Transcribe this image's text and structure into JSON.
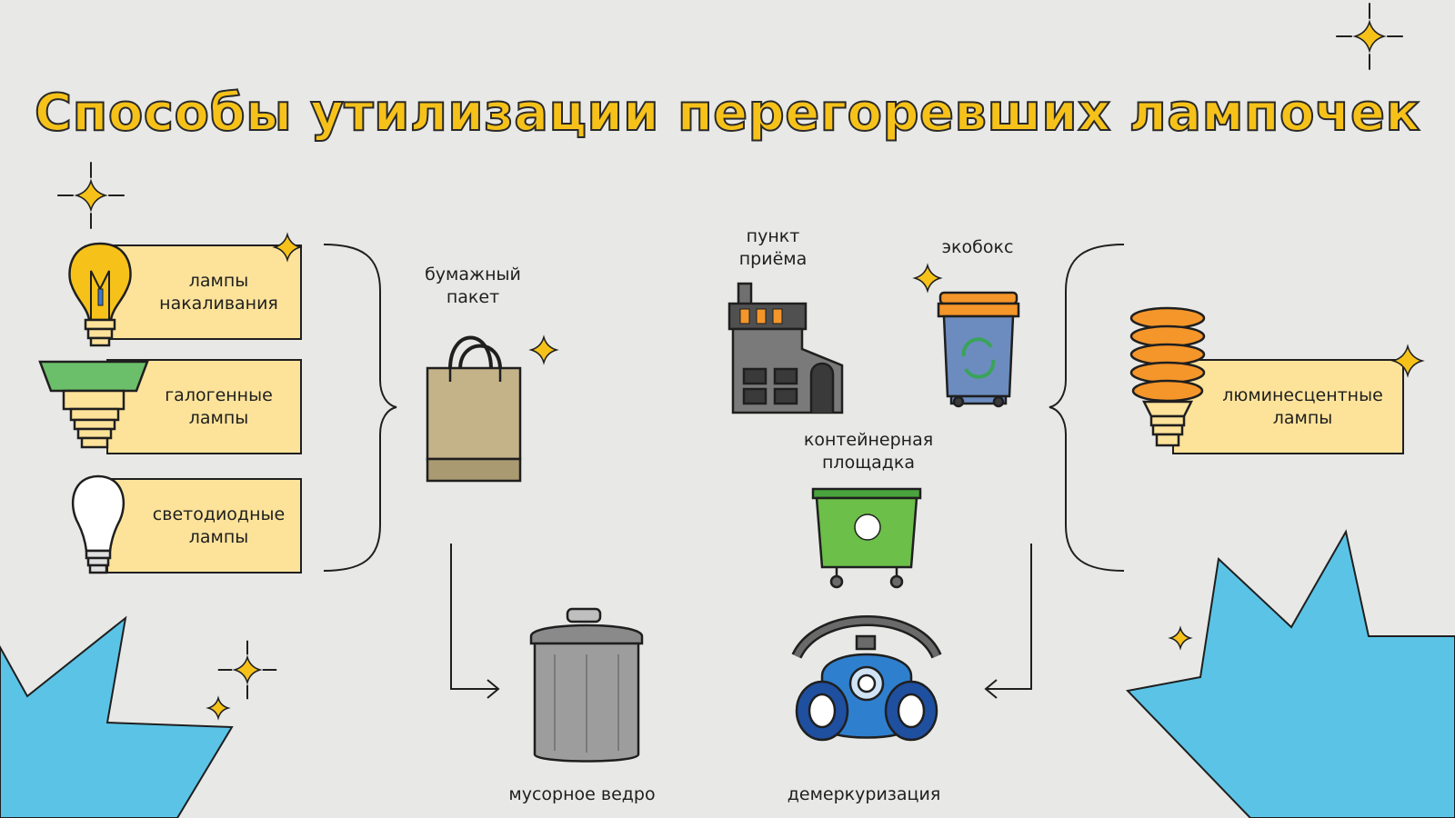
{
  "title": "Способы утилизации перегоревших лампочек",
  "left_group": {
    "incandescent": "лампы\nнакаливания",
    "halogen": "галогенные\nлампы",
    "led": "светодиодные\nлампы"
  },
  "right_group": {
    "fluorescent": "люминесцентные\nлампы"
  },
  "disposal": {
    "paper_bag": "бумажный\nпакет",
    "trash_bin": "мусорное ведро",
    "collection_point": "пункт\nприёма",
    "ecobox": "экобокс",
    "container_site": "контейнерная\nплощадка",
    "demercurization": "демеркуризация"
  },
  "colors": {
    "background": "#e8e8e6",
    "title": "#f6c21a",
    "label_box": "#fde39a",
    "accent_blue": "#5bc4e6",
    "sparkle": "#f6c21a"
  },
  "icons": [
    "incandescent-bulb-icon",
    "halogen-bulb-icon",
    "led-bulb-icon",
    "fluorescent-bulb-icon",
    "paper-bag-icon",
    "trash-bin-icon",
    "factory-icon",
    "ecobox-icon",
    "green-container-icon",
    "respirator-icon",
    "sparkle-icon"
  ]
}
